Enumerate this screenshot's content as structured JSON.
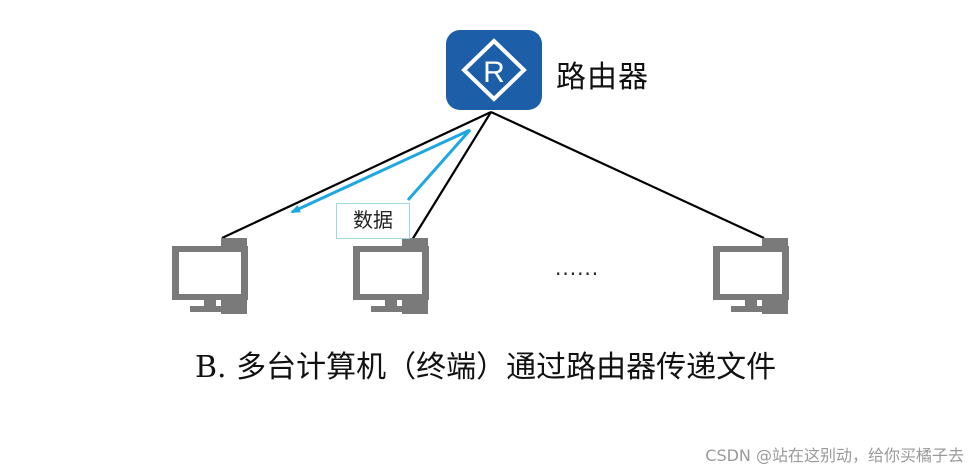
{
  "router": {
    "label": "路由器",
    "icon": "router-icon",
    "icon_letter": "R",
    "color": "#1c5ea8"
  },
  "packet": {
    "label": "数据",
    "arrow_color": "#1ea7e0"
  },
  "computers": [
    {
      "icon": "computer-icon"
    },
    {
      "icon": "computer-icon"
    },
    {
      "icon": "computer-icon"
    }
  ],
  "ellipsis": "......",
  "caption": "B. 多台计算机（终端）通过路由器传递文件",
  "watermark": "CSDN @站在这别动，给你买橘子去",
  "colors": {
    "link": "#000000",
    "computer": "#7a7a7a",
    "tag_border": "#9fd6e4"
  }
}
